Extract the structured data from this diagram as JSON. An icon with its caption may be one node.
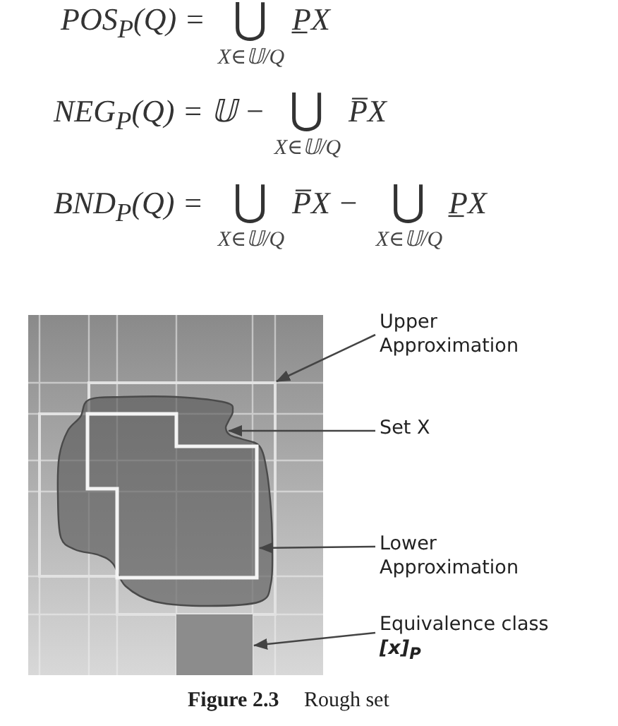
{
  "diagram": {
    "caption": "**Figure 2.3** Rough set",
    "nodes": [
      {
        "text": [
          "Upper Approximation"
        ]
      },
      {
        "text": [],
        "shape": "polygon"
      },
      {
        "text": [
          "Set X"
        ]
      },
      {
        "text": [],
        "shape": "blob",
        "in": 1
      },
      {
        "text": [
          "Lower Approximation"
        ]
      },
      {
        "text": [],
        "shape": "polygon",
        "in": 3
      },
      {
        "text": [
          "Equivalence class",
          "[x]$_{P}$"
        ]
      },
      {
        "text": [],
        "shape": "box"
      }
    ],
    "edges": [
      {
        "from": 0,
        "to": 1,
        "arrow": "to"
      },
      {
        "from": 2,
        "to": 3,
        "arrow": "to"
      },
      {
        "from": 4,
        "to": 5,
        "arrow": "to"
      },
      {
        "from": 6,
        "to": 7,
        "arrow": "to"
      }
    ],
    "labels": [
      "POS$_{P}$(Q) =",
      "⋃",
      "X∈𝕌/Q",
      "P̲X",
      "NEG$_{P}$(Q) = 𝕌 −",
      "⋃",
      "X∈𝕌/Q",
      "P̅X",
      "BND$_{P}$(Q) =",
      "⋃",
      "X∈𝕌/Q",
      "P̅X −",
      "⋃",
      "X∈𝕌/Q",
      "P̲X"
    ]
  }
}
